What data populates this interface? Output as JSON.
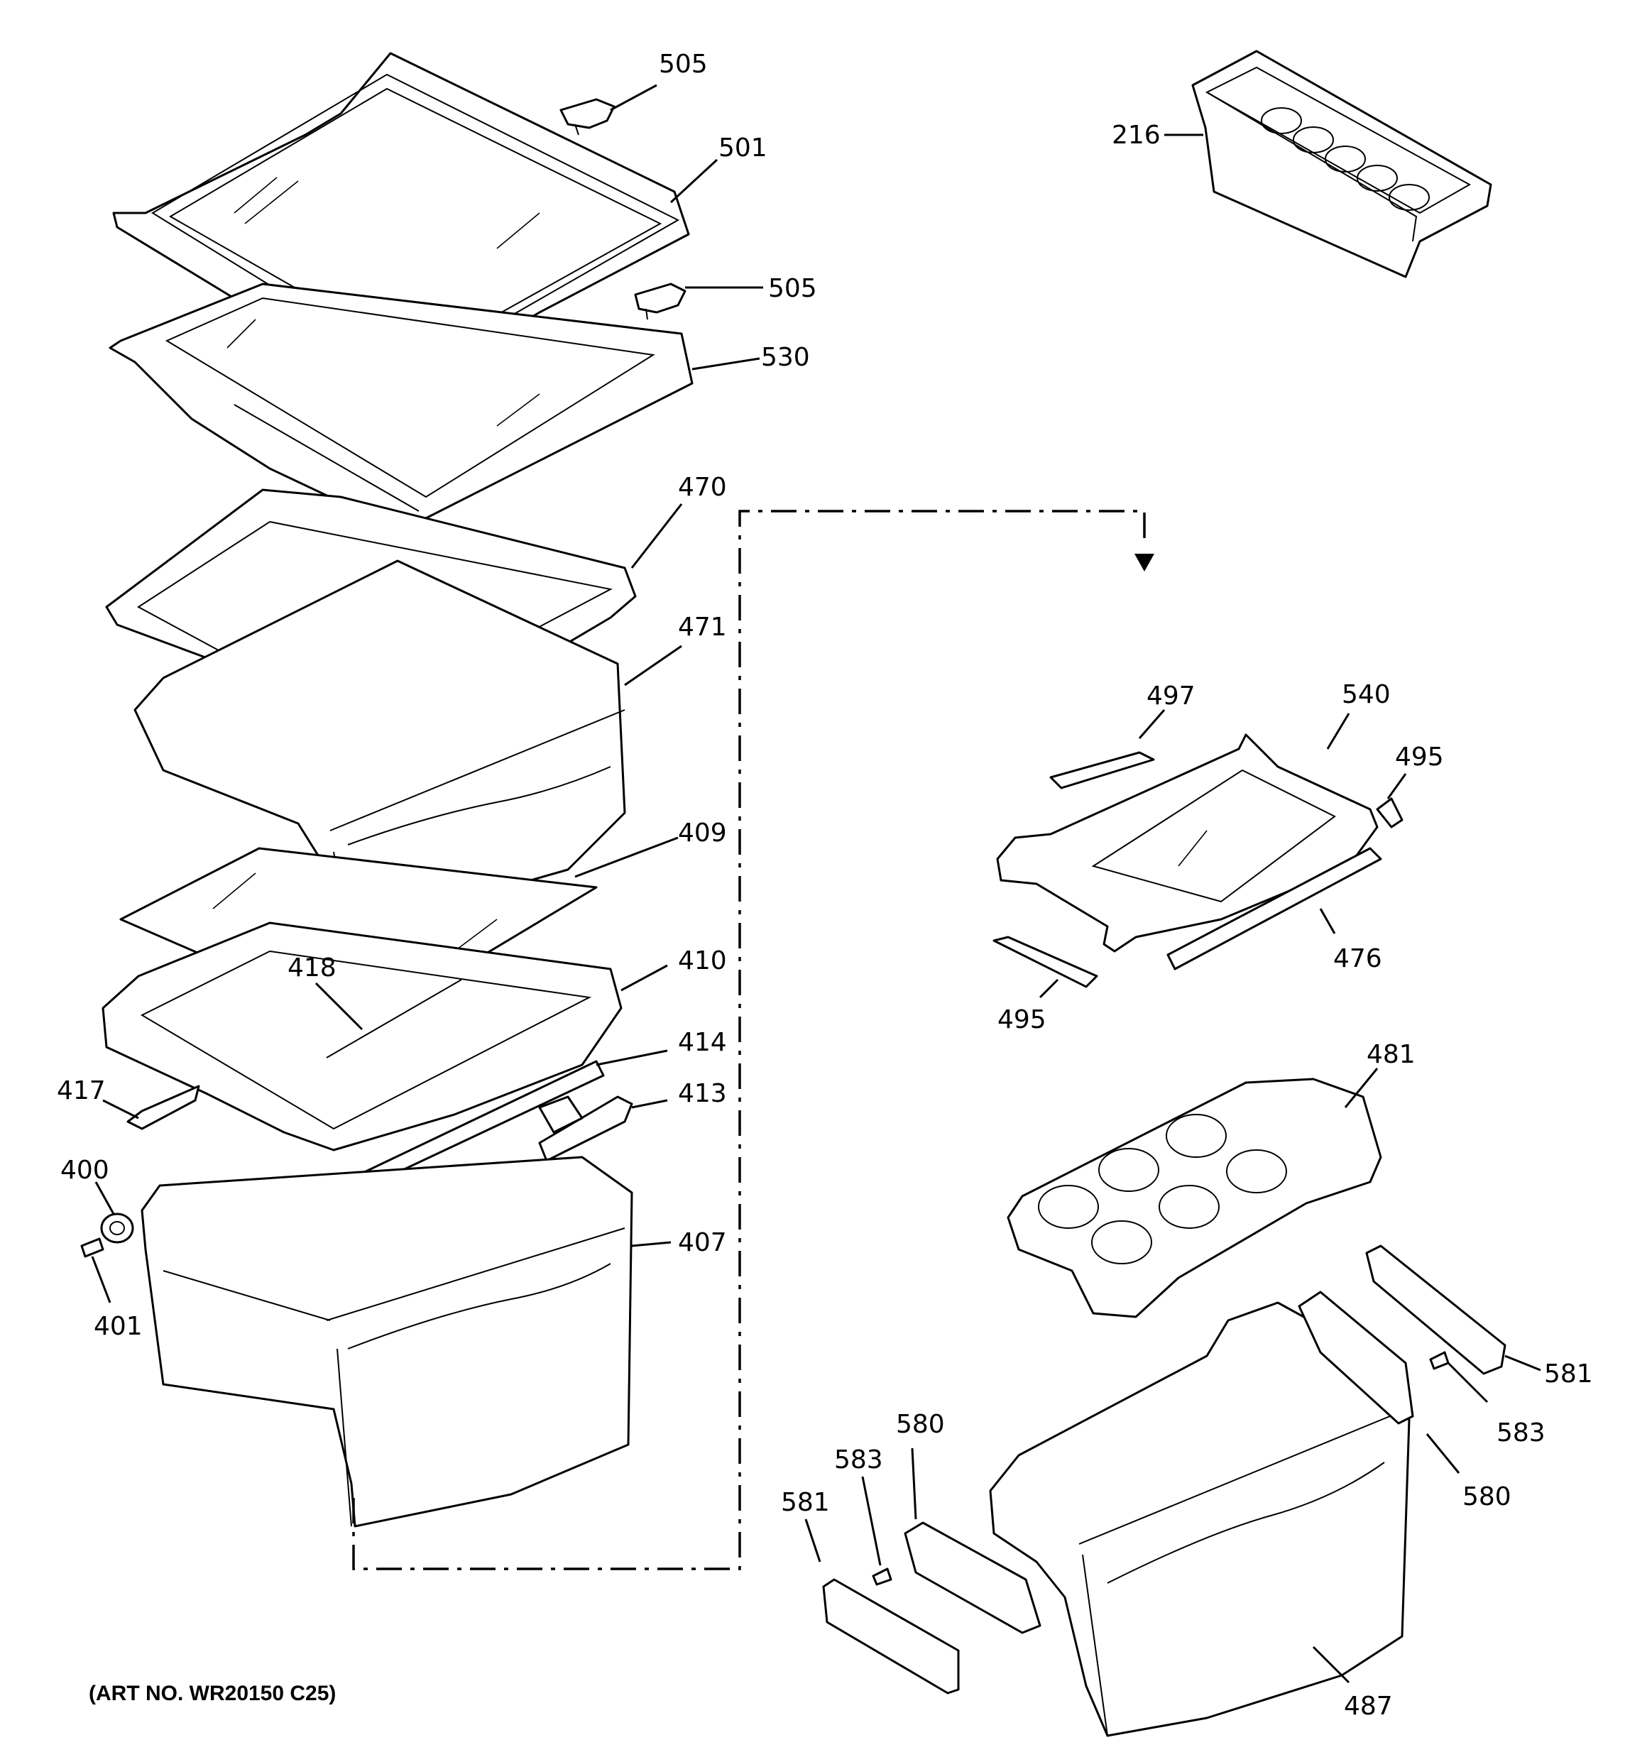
{
  "labels": {
    "l505a": "505",
    "l501": "501",
    "l505b": "505",
    "l530": "530",
    "l216": "216",
    "l470": "470",
    "l471": "471",
    "l409": "409",
    "l410": "410",
    "l418": "418",
    "l414": "414",
    "l413": "413",
    "l417": "417",
    "l400": "400",
    "l401": "401",
    "l407": "407",
    "l497": "497",
    "l540": "540",
    "l495a": "495",
    "l495b": "495",
    "l476": "476",
    "l481": "481",
    "l581a": "581",
    "l583a": "583",
    "l580a": "580",
    "l581b": "581",
    "l583b": "583",
    "l580b": "580",
    "l487": "487"
  },
  "art_number": "(ART NO. WR20150 C25)"
}
